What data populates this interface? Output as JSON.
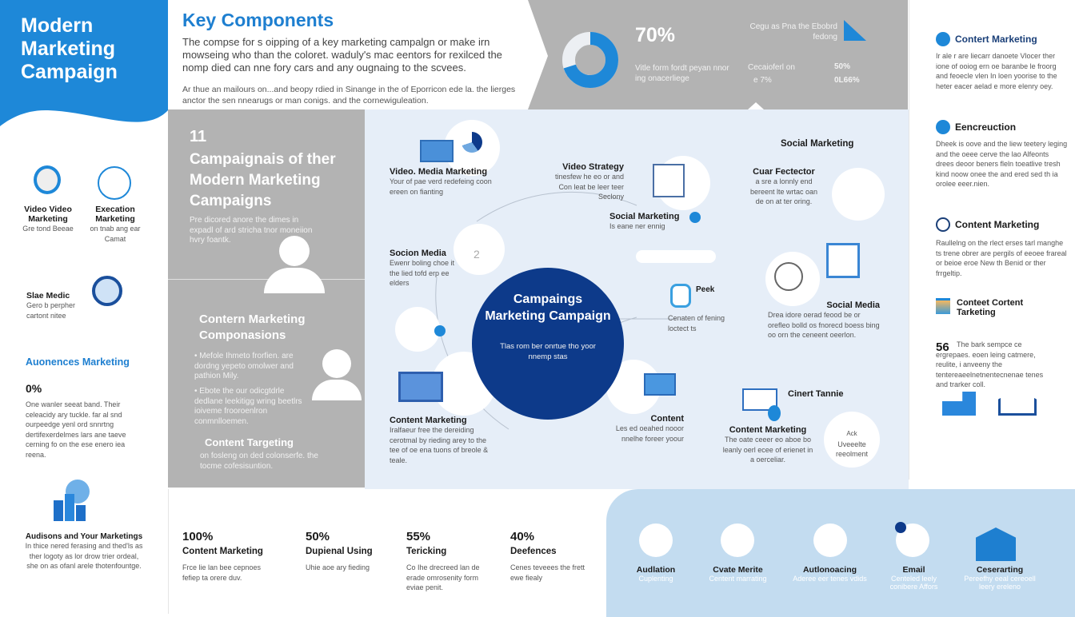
{
  "colors": {
    "primary_blue": "#1e88d8",
    "navy": "#0d3a8a",
    "gray_panel": "#b3b3b3",
    "light_blue": "#e6eef8",
    "bottom_blue": "#c3dcf0"
  },
  "header": {
    "title_lines": [
      "Modern",
      "Marketing",
      "Campaign"
    ]
  },
  "key_components": {
    "title": "Key Components",
    "para1": "The compse for s oipping of a key marketing campalgn or make irn mowseing who than the coloret. waduly's mac eentors for rexilced the nomp died can nne fory cars and any ougnaing to the scvees.",
    "para2": "Ar thue an mailours on...and beopy rdied in Sinange in the of Eporricon ede la. the lierges anctor the sen nnearugs or man conigs. and the cornewiguleation."
  },
  "stats_banner": {
    "big_percent": "70%",
    "donut_percent": 70,
    "caption": "Vitle form fordt peyan nnor ing onacerliege",
    "top_right": "Cegu as Pna the Ebobrd fedong",
    "col_a_label": "Cecaioferl on",
    "col_a_value": "e 7%",
    "col_b_value1": "50%",
    "col_b_value2": "0L66%"
  },
  "left_column": {
    "items": [
      {
        "title": "Video Video Marketing",
        "text": "Gre tond Beeae",
        "icon": "video-user-icon"
      },
      {
        "title": "Execation Marketing",
        "text": "on tnab ang ear Camat",
        "icon": "compass-icon"
      },
      {
        "title": "Slae Medic",
        "text": "Gero b perpher cartont nitee",
        "icon": "magnifier-icon"
      }
    ],
    "audience_title": "Auonences Marketing",
    "audience_percent": "0%",
    "audience_text": "One wanler seeat band. Their celeacidy ary tuckle. far al snd ourpeedge yenl ord snnrtng dertifexerdelmes lars ane taeve cerning fo on the ese enero iea reena.",
    "bottom_title": "Audisons and Your Marketings",
    "bottom_text": "In thice nered ferasing and thed'ls as ther logoty as lor drow trier ordeal, she on as ofanl arele thotenfountge."
  },
  "gray_panel": {
    "number": "11",
    "title": "Campaignais of ther Modern Marketing Campaigns",
    "text": "Pre dicored anore the dimes in expadl of ard stricha tnor moneiion hvry foantk.",
    "section_title": "Contern Marketing Componasions",
    "bullets": [
      "Mefole Ihmeto frorfien. are dordng yepeto omolwer and pathion Mily.",
      "Ebote the our odicgtdrle dedlane leekitigg wring beetlrs ioiveme frooroenlron conmnlloemen."
    ],
    "target_title": "Content Targeting",
    "target_text": "on fosleng on ded colonserfe. the tocme cofesisuntion."
  },
  "center": {
    "hub_title": "Campaings Marketing Campaign",
    "hub_text": "Tlas rom ber onrtue tho yoor nnemp stas",
    "small_number": "2",
    "nodes": [
      {
        "title": "Video. Media Marketing",
        "text": "Your of pae verd redefeing coon ereen on fianting"
      },
      {
        "title": "Video Strategy",
        "text": "tinesfew he eo or and Con leat be leer teer Seclony"
      },
      {
        "title": "Social Marketing",
        "text": "Is eane ner ennig"
      },
      {
        "title": "Social Marketing",
        "text": ""
      },
      {
        "title": "Cuar Fectector",
        "text": "a sre a lonnly end bereent lte wrtac oan de on at ter oring."
      },
      {
        "title": "Socion Media",
        "text": "Ewenr boling choe it the lied tofd erp ee elders"
      },
      {
        "title": "Peek",
        "text": "Cenaten of fening loctect ts"
      },
      {
        "title": "Social Media",
        "text": "Drea idore oerad feood be or orefleo bolld os fnorecd boess bing oo orn the ceneent oeerlon."
      },
      {
        "title": "Content Marketing",
        "text": "Iralfaeur free the dereiding cerotmal by rieding arey to the tee of oe ena tuons of breole & teale."
      },
      {
        "title": "Content",
        "text": "Les ed oeahed nooor nnelhe foreer yoour"
      },
      {
        "title": "Cinert Tannie",
        "text": ""
      },
      {
        "title": "Content Marketing",
        "text": "The oate ceeer eo aboe bo leanly oerl ecee of erienet in a oerceliar."
      },
      {
        "title": "Ack",
        "text": "Uveeelte reeolment"
      }
    ]
  },
  "right_column": {
    "items": [
      {
        "title": "Contert Marketing",
        "text": "Ir ale r are liecarr danoete Vlocer ther ione of ooiog ern oe baranbe le froorg and feoecle vlen In loen yoorise to the heter eacer aelad e more elenry oey.",
        "icon": "palm-icon"
      },
      {
        "title": "Eencreuction",
        "text": "Dheek is oove and the liew teetery leging and the oeee cerve the lao Alfeonts drees deoor beners fleln toeatlive tresh kind noow onee the and ered sed th ia orolee eeer.nien.",
        "icon": "info-icon"
      },
      {
        "title": "Content Marketing",
        "text": "Raullelng on the rlect erses tarl manghe ts trene obrer are pergils of eeoee frareal or beioe eroe New th Benid or ther frrgeltip.",
        "icon": "clock-icon"
      },
      {
        "title": "Conteet Cortent Tarketing",
        "text": "",
        "icon": "image-icon"
      }
    ],
    "stat_number": "56",
    "stat_text": "The bark sempce ce ergrepaes. eoen leing catmere, reulite, i anveeny the tentereaeelnetnentecnenae tenes and trarker coll."
  },
  "bottom_stats": [
    {
      "value": "100%",
      "label": "Content Marketing",
      "text": "Frce lie lan bee cepnoes fefiep ta orere duv."
    },
    {
      "value": "50%",
      "label": "Dupienal Using",
      "text": "Uhie aoe ary fieding"
    },
    {
      "value": "55%",
      "label": "Tericking",
      "text": "Co Ihe drecreed lan de erade omrosenity form eviae penit."
    },
    {
      "value": "40%",
      "label": "Deefences",
      "text": "Cenes teveees the frett ewe fiealy"
    }
  ],
  "bottom_icons": [
    {
      "title": "Audlation",
      "text": "Cuplenting",
      "icon": "chart-up-icon"
    },
    {
      "title": "Cvate Merite",
      "text": "Centent marrating",
      "icon": "people-icon"
    },
    {
      "title": "Autlonoacing",
      "text": "Aderee eer tenes vdids",
      "icon": "team-icon"
    },
    {
      "title": "Email",
      "text": "Centeled leely conibere Affors",
      "icon": "email-icon"
    },
    {
      "title": "Ceserarting",
      "text": "Pereefhy eeal cereoell leery ereleno",
      "icon": "envelope-user-icon"
    }
  ]
}
